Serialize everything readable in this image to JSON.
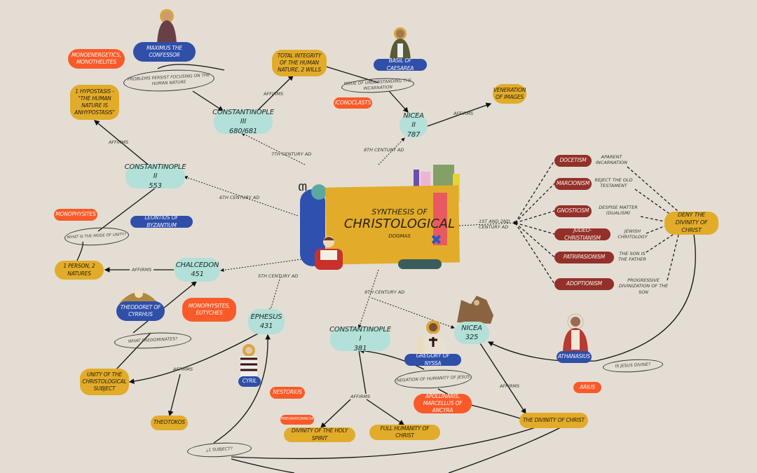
{
  "center": {
    "line1": "SYNTHESIS OF",
    "line2": "CHRISTOLOGICAL",
    "line3": "DOGMAS"
  },
  "councils": {
    "constantinople3": {
      "name": "CONSTANTINOPLE III",
      "year": "680/681"
    },
    "nicea2": {
      "name": "NICEA II",
      "year": "787"
    },
    "constantinople2": {
      "name": "CONSTANTINOPLE II",
      "year": "553"
    },
    "chalcedon": {
      "name": "CHALCEDON",
      "year": "451"
    },
    "ephesus": {
      "name": "EPHESUS",
      "year": "431"
    },
    "constantinople1": {
      "name": "CONSTANTINOPLE I",
      "year": "381"
    },
    "nicea": {
      "name": "NICEA",
      "year": "325"
    }
  },
  "affirmations": {
    "hypostasis": "1 HYPOSTASIS - \"THE HUMAN NATURE IS ANHYPOSTASIS\"",
    "total_integrity": "TOTAL INTEGRITY OF THE HUMAN NATURE, 2 WILLS",
    "veneration": "VENERATION OF IMAGES",
    "person_natures": "1 PERSON, 2 NATURES",
    "unity": "UNITY OF THE CHRISTOLOGICAL SUBJECT",
    "theotokos": "THEOTOKOS",
    "holy_spirit": "DIVINITY OF THE HOLY SPIRIT",
    "full_humanity": "FULL HUMANITY OF CHRIST",
    "divinity_christ": "THE DIVINITY OF CHRIST",
    "deny_divinity": "DENY THE DIVINITY OF CHRIST"
  },
  "fathers": {
    "maximus": "MAXIMUS THE CONFESSOR",
    "basil": "BASIL OF CAESAREA",
    "leontius": "LEONTIUS OF BYZANTIUM",
    "theodoret": "THEODORET OF CYRRHUS",
    "cyril": "CYRIL",
    "gregory": "GREGORY OF NYSSA",
    "athanasius": "ATHANASIUS"
  },
  "opponents": {
    "monoenergetics": "MONOENERGETICS, MONOTHELITES",
    "iconoclasts": "ICONOCLASTS",
    "monophysites": "MONOPHYSITES",
    "monophysites_eutyches": "MONOPHYSITES, EUTYCHES",
    "nestorius": "NESTORIUS",
    "pneumatomachi": "PNEUMATOMACHI",
    "apollinaris": "APOLLINARIS, MARCELLUS OF ANCYRA",
    "arius": "ARIUS"
  },
  "questions": {
    "problems": "PROBLEMS PERSIST FOCUSING ON THE HUMAN NATURE",
    "mode_incarnation": "MODE OF UNDERSTANDING THE INCARNATION",
    "mode_unity": "WHAT IS THE MODE OF UNITY?",
    "predominates": "WHAT PREDOMINATES?",
    "one_subject": "¿1 SUBJECT?",
    "negation": "NEGATION OF HUMANITY OF JESUS",
    "divine": "IS JESUS DIVINE?"
  },
  "edge_labels": {
    "affirms": "AFFIRMS"
  },
  "centuries": {
    "c1_2": "1ST AND 2ND CENTURY AD",
    "c5": "5TH CENTURY AD",
    "c6": "6TH CENTURY AD",
    "c7": "7TH CENTURY AD",
    "c8": "8TH CENTURY AD",
    "c9": "9TH CENTURY AD"
  },
  "heresies": [
    {
      "name": "DOCETISM",
      "desc": "APARENT INCARNATION"
    },
    {
      "name": "MARCIONISM",
      "desc": "REJECT THE OLD TESTAMENT"
    },
    {
      "name": "GNOSTICISM",
      "desc": "DESPISE MATTER (DUALISM)"
    },
    {
      "name": "JUDEO-CHRISTIANISM",
      "desc": "JEWISH CHRITOLOGY"
    },
    {
      "name": "PATRIPASIONISM",
      "desc": "THE SON IS THE FATHER"
    },
    {
      "name": "ADOPTIONISM",
      "desc": "PROGRESSIVE DIVINIZATION OF THE SON"
    }
  ],
  "colors": {
    "background": "#e4ddd3",
    "council": "#b3e0d8",
    "doctrine": "#e2ac2a",
    "father": "#2f4fa8",
    "opponent": "#fa5a2a",
    "heresy": "#93302a"
  }
}
